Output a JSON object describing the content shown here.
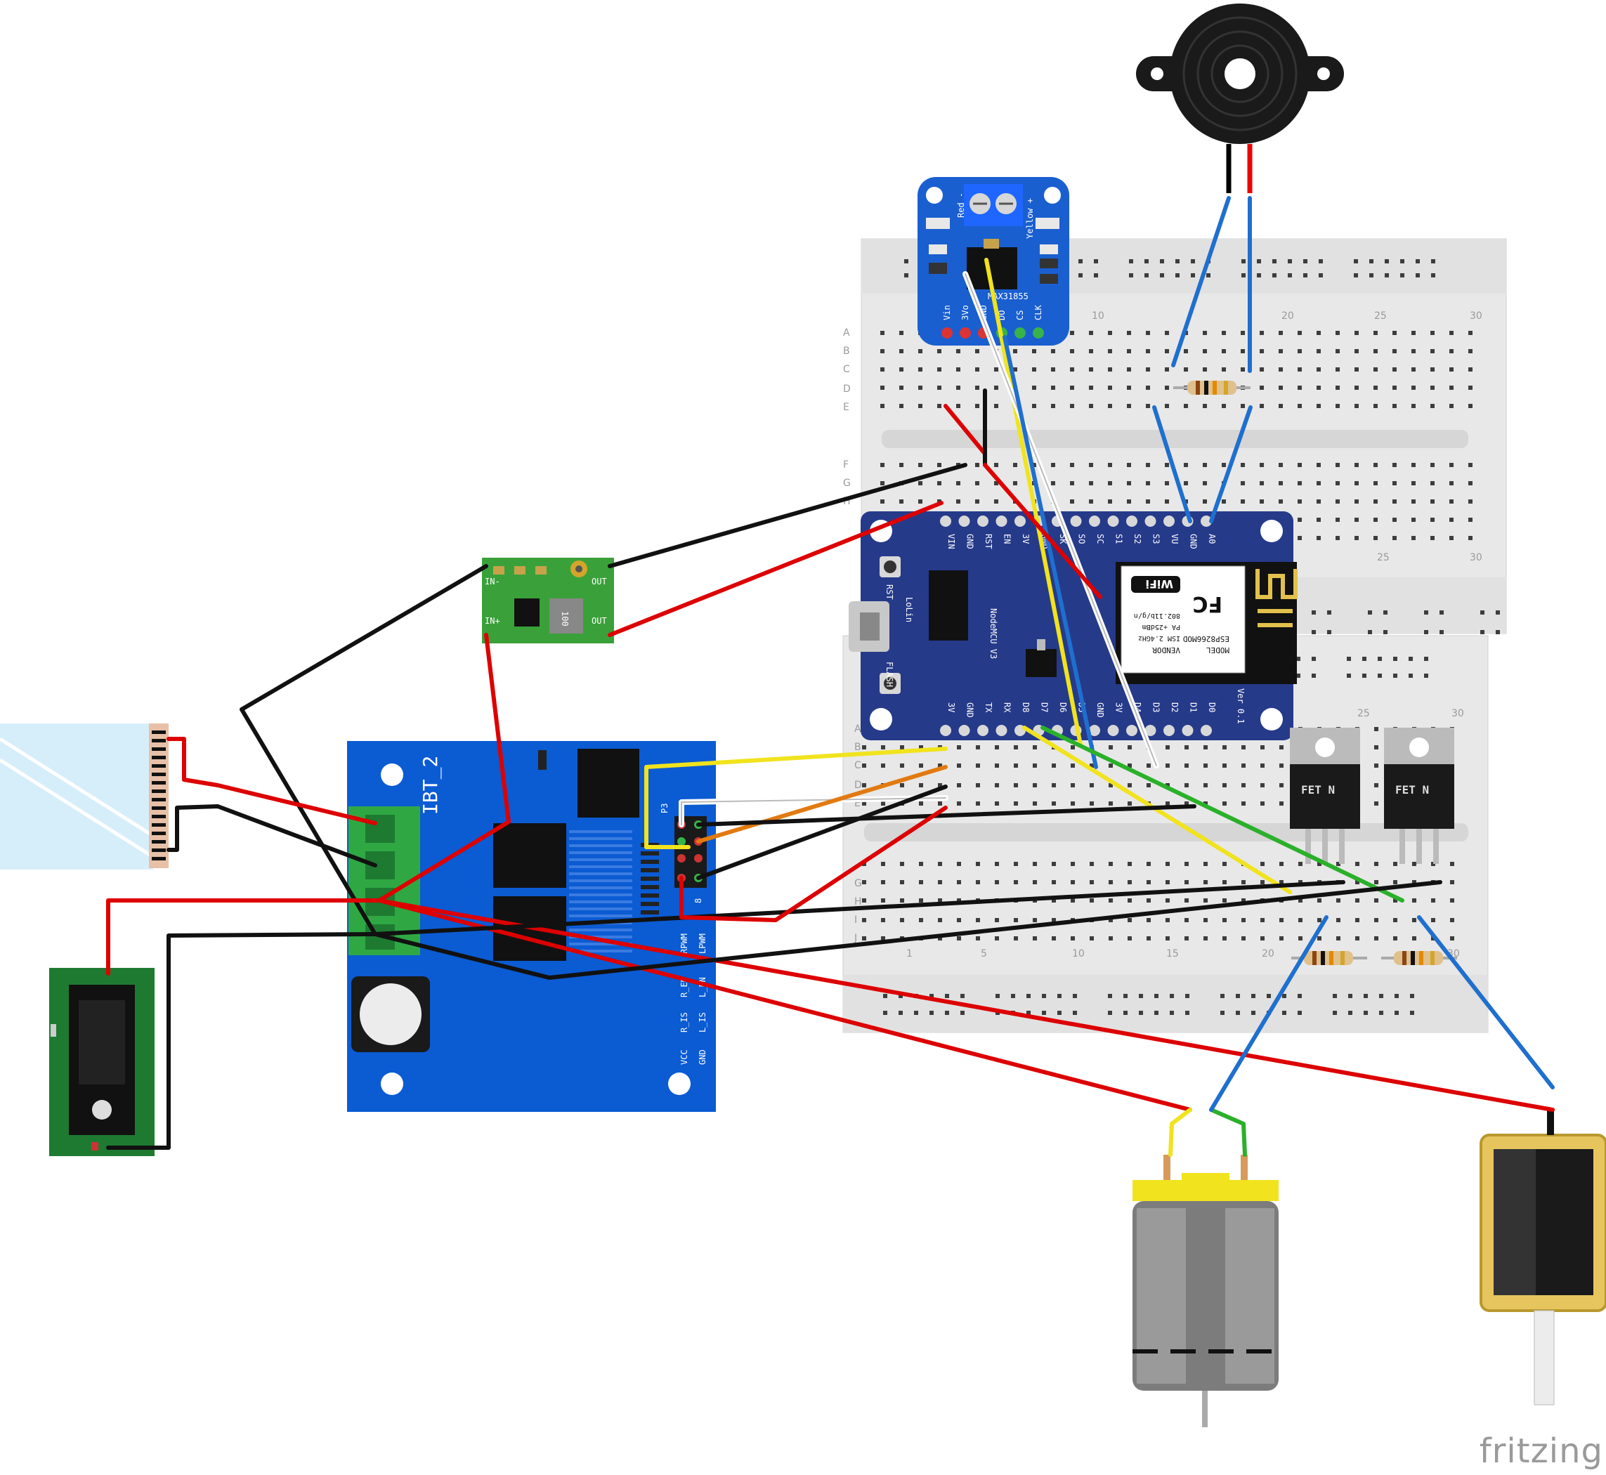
{
  "components": {
    "breadboard": {
      "rows_top": [
        "A",
        "B",
        "C",
        "D",
        "E"
      ],
      "rows_bottom": [
        "F",
        "G",
        "H",
        "I",
        "J"
      ],
      "column_numbers_top": [
        "10",
        "20",
        "25",
        "30"
      ],
      "column_numbers_mid": [
        "25",
        "30"
      ],
      "column_numbers_lower": [
        "25",
        "30"
      ],
      "column_numbers_bottom": [
        "1",
        "5",
        "10",
        "15",
        "20",
        "30"
      ]
    },
    "nodemcu": {
      "board_name": "NodeMCU V3",
      "brand": "LoLin",
      "version": "Ver 0.1",
      "buttons": [
        "RST",
        "FLASH"
      ],
      "top_pins": [
        "VIN",
        "GND",
        "RST",
        "EN",
        "3V",
        "GND",
        "SK",
        "SO",
        "SC",
        "S1",
        "S2",
        "S3",
        "VU",
        "GND",
        "A0"
      ],
      "bottom_pins": [
        "3V",
        "GND",
        "TX",
        "RX",
        "D8",
        "D7",
        "D6",
        "D5",
        "GND",
        "3V",
        "D4",
        "D3",
        "D2",
        "D1",
        "D0"
      ],
      "esp_module": {
        "model_label": "MODEL",
        "model": "ESP8266MOD",
        "vendor": "VENDOR",
        "ism": "ISM 2.4GHz",
        "pa": "PA +25dBm",
        "standard": "802.11b/g/n",
        "fcc": "FC",
        "wifi": "WiFi"
      }
    },
    "thermocouple_amp": {
      "chip": "MAX31855",
      "terminal_labels": [
        "Red -",
        "Yellow +"
      ],
      "pins": [
        "Vin",
        "3Vo",
        "GND",
        "DO",
        "CS",
        "CLK"
      ]
    },
    "motor_driver": {
      "name": "IBT_2",
      "header": "P3",
      "header_pin": "8",
      "pins": [
        "VCC",
        "GND",
        "R_IS",
        "L_IS",
        "R_EN",
        "L_EN",
        "RPWM",
        "LPWM"
      ]
    },
    "buck_converter": {
      "pins": [
        "IN-",
        "IN+",
        "OUT",
        "OUT"
      ],
      "inductor": "100"
    },
    "mosfets": [
      {
        "label": "FET N"
      },
      {
        "label": "FET N"
      }
    ]
  },
  "watermark": "fritzing"
}
